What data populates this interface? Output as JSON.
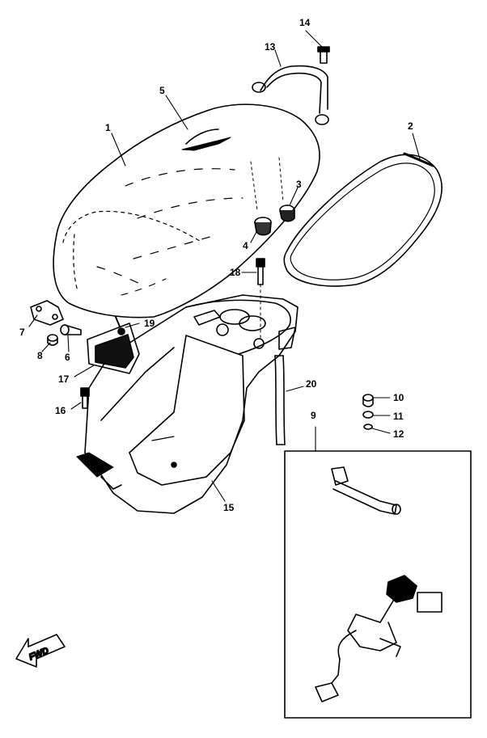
{
  "diagram": {
    "callouts": [
      {
        "id": "1",
        "text": "1"
      },
      {
        "id": "2",
        "text": "2"
      },
      {
        "id": "3",
        "text": "3"
      },
      {
        "id": "4",
        "text": "4"
      },
      {
        "id": "5",
        "text": "5"
      },
      {
        "id": "6",
        "text": "6"
      },
      {
        "id": "7",
        "text": "7"
      },
      {
        "id": "8",
        "text": "8"
      },
      {
        "id": "9",
        "text": "9"
      },
      {
        "id": "10",
        "text": "10"
      },
      {
        "id": "11",
        "text": "11"
      },
      {
        "id": "12",
        "text": "12"
      },
      {
        "id": "13",
        "text": "13"
      },
      {
        "id": "14",
        "text": "14"
      },
      {
        "id": "15",
        "text": "15"
      },
      {
        "id": "16",
        "text": "16"
      },
      {
        "id": "17",
        "text": "17"
      },
      {
        "id": "18",
        "text": "18"
      },
      {
        "id": "19",
        "text": "19"
      },
      {
        "id": "20",
        "text": "20"
      }
    ],
    "fwd_label": "FWD",
    "line_color": "#000000"
  }
}
